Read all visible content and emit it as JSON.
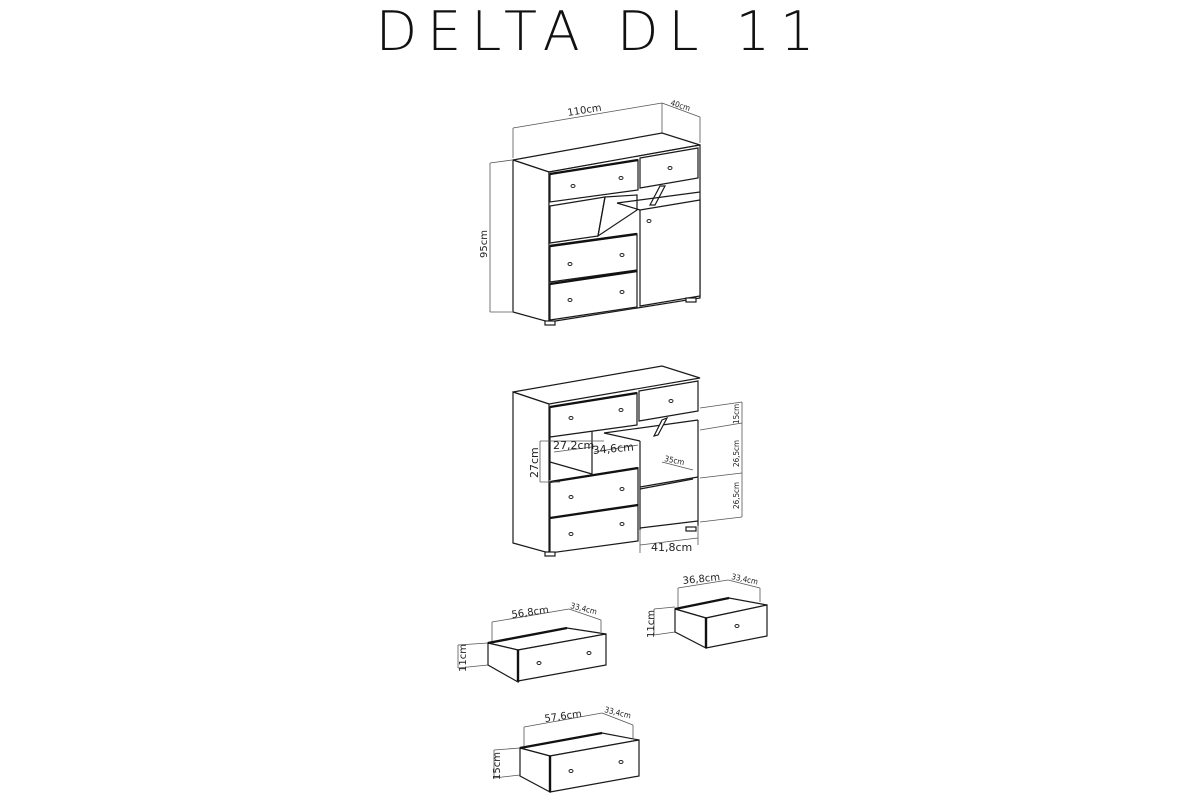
{
  "title": "DELTA DL 11",
  "views": {
    "overall": {
      "width_label": "110cm",
      "depth_label": "40cm",
      "height_label": "95cm"
    },
    "interior": {
      "left_compartment_height": "27cm",
      "left_compartment_width": "27,2cm",
      "middle_compartment_width": "34,6cm",
      "shelf_depth": "35cm",
      "right_section_width": "41,8cm",
      "right_top_height": "15cm",
      "right_middle_height": "26,5cm",
      "right_bottom_height": "26,5cm"
    },
    "drawers": [
      {
        "id": "drawer-large-11",
        "width": "56,8cm",
        "depth": "33,4cm",
        "height": "11cm"
      },
      {
        "id": "drawer-small-11",
        "width": "36,8cm",
        "depth": "33,4cm",
        "height": "11cm"
      },
      {
        "id": "drawer-large-15",
        "width": "57,6cm",
        "depth": "33,4cm",
        "height": "15cm"
      }
    ]
  }
}
